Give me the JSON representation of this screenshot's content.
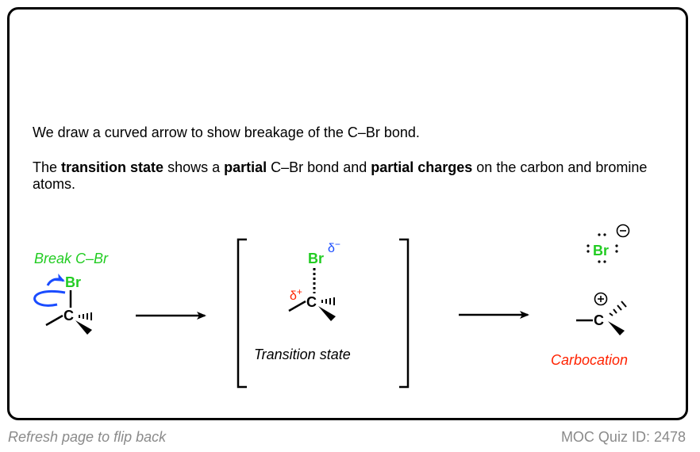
{
  "intro": {
    "line1": "We draw a curved arrow to show breakage of the C–Br bond.",
    "line2_parts": [
      "The ",
      "transition state",
      " shows a ",
      "partial",
      " C–Br bond and ",
      "partial charges",
      " on the carbon and bromine atoms."
    ]
  },
  "diagram": {
    "break_label": "Break C–Br",
    "ts_label": "Transition state",
    "carbocation_label": "Carbocation",
    "br": "Br",
    "c": "C",
    "delta_minus": "δ",
    "delta_plus": "δ",
    "colors": {
      "green": "#22cc22",
      "blue": "#1a4cff",
      "red": "#ff2200"
    }
  },
  "footer": {
    "refresh": "Refresh page to flip back",
    "quiz_id": "MOC Quiz ID: 2478"
  }
}
